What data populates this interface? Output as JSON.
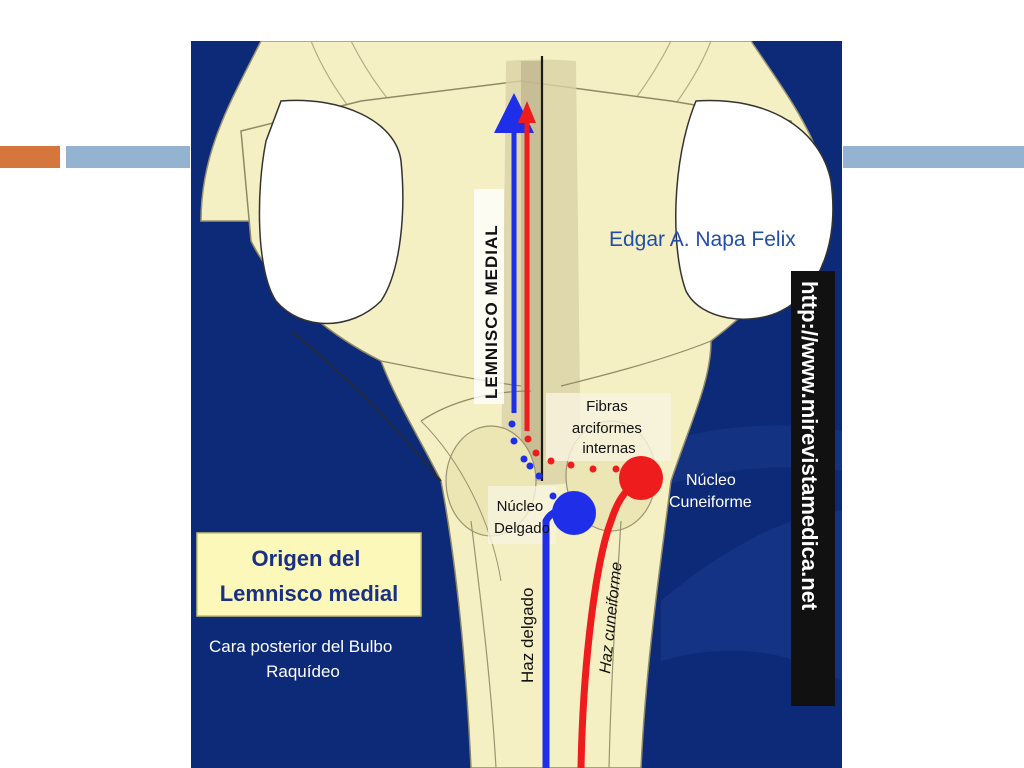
{
  "slide": {
    "colors": {
      "accent_orange": "#d5763c",
      "accent_blue": "#94b3d1",
      "background_navy": "#0d2a78",
      "tissue": "#f5f0c3"
    }
  },
  "figure": {
    "vertical_label": "LEMNISCO MEDIAL",
    "author": "Edgar A. Napa Felix",
    "website": "http://www.mirevistamedica.net",
    "fibers_label": [
      "Fibras",
      "arciformes",
      "internas"
    ],
    "nucleus_cuneiform": [
      "Núcleo",
      "Cuneiforme"
    ],
    "nucleus_gracilis": [
      "Núcleo",
      "Delgado"
    ],
    "tract_gracilis": "Haz delgado",
    "tract_cuneiform": "Haz cuneiforme",
    "title_box": [
      "Origen del",
      "Lemnisco medial"
    ],
    "caption": [
      "Cara posterior del Bulbo",
      "Raquídeo"
    ],
    "series_colors": {
      "gracilis": "#1f2ee8",
      "cuneiform": "#ee1c1c"
    }
  }
}
